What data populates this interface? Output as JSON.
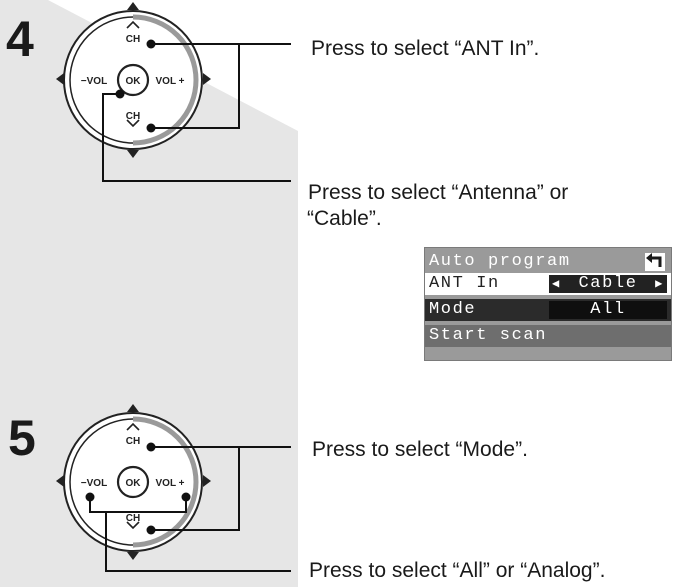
{
  "steps": [
    {
      "number": "4",
      "pad": {
        "ch_label": "CH",
        "ok_label": "OK",
        "vol_minus_label": "−VOL",
        "vol_plus_label": "VOL +"
      },
      "instructions": [
        "Press to select “ANT In”.",
        "Press to select “Antenna” or",
        "“Cable”."
      ]
    },
    {
      "number": "5",
      "pad": {
        "ch_label": "CH",
        "ok_label": "OK",
        "vol_minus_label": "−VOL",
        "vol_plus_label": "VOL +"
      },
      "instructions": [
        "Press to select “Mode”.",
        "Press to select “All” or “Analog”."
      ]
    }
  ],
  "menu": {
    "title": "Auto program",
    "rows": [
      {
        "label": "ANT In",
        "value": "Cable",
        "selected": true
      },
      {
        "label": "Mode",
        "value": "All",
        "selected": false
      },
      {
        "label": "Start scan",
        "value": "",
        "selected": false
      }
    ],
    "back_icon": "return-arrow-icon"
  },
  "colors": {
    "panel_bg": "#e6e6e6",
    "text": "#1a1a1a",
    "menu_bg": "#9a9a9a",
    "menu_dark": "#2b2b2b",
    "menu_highlight": "#ffffff"
  }
}
